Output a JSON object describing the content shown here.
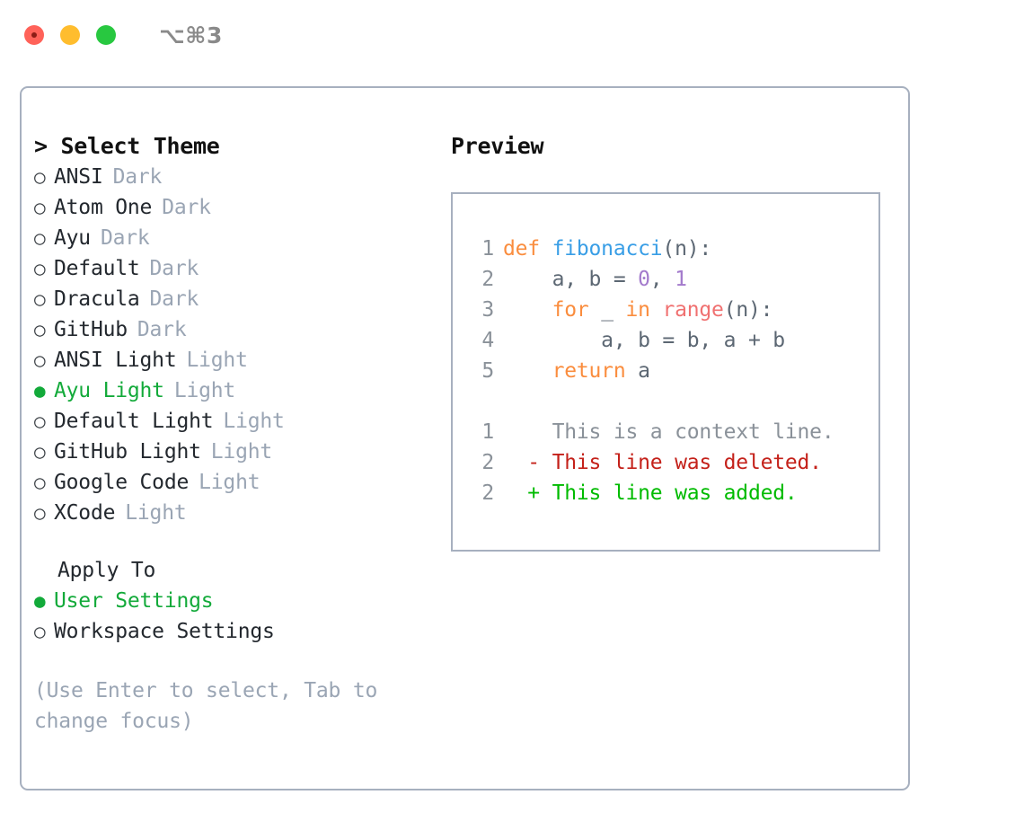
{
  "titlebar": {
    "shortcut": "⌥⌘3",
    "buttons": [
      {
        "name": "close",
        "color": "#ff6259"
      },
      {
        "name": "minimize",
        "color": "#ffbd2e"
      },
      {
        "name": "maximize",
        "color": "#28c840"
      }
    ]
  },
  "theme_list": {
    "header": "> Select Theme",
    "items": [
      {
        "bullet": "○",
        "label": "ANSI",
        "variant": "Dark",
        "selected": false
      },
      {
        "bullet": "○",
        "label": "Atom One",
        "variant": "Dark",
        "selected": false
      },
      {
        "bullet": "○",
        "label": "Ayu",
        "variant": "Dark",
        "selected": false
      },
      {
        "bullet": "○",
        "label": "Default",
        "variant": "Dark",
        "selected": false
      },
      {
        "bullet": "○",
        "label": "Dracula",
        "variant": "Dark",
        "selected": false
      },
      {
        "bullet": "○",
        "label": "GitHub",
        "variant": "Dark",
        "selected": false
      },
      {
        "bullet": "○",
        "label": "ANSI Light",
        "variant": "Light",
        "selected": false
      },
      {
        "bullet": "●",
        "label": "Ayu Light",
        "variant": "Light",
        "selected": true
      },
      {
        "bullet": "○",
        "label": "Default Light",
        "variant": "Light",
        "selected": false
      },
      {
        "bullet": "○",
        "label": "GitHub Light",
        "variant": "Light",
        "selected": false
      },
      {
        "bullet": "○",
        "label": "Google Code",
        "variant": "Light",
        "selected": false
      },
      {
        "bullet": "○",
        "label": "XCode",
        "variant": "Light",
        "selected": false
      }
    ]
  },
  "apply_to": {
    "header": "Apply To",
    "items": [
      {
        "bullet": "●",
        "label": "User Settings",
        "selected": true
      },
      {
        "bullet": "○",
        "label": "Workspace Settings",
        "selected": false
      }
    ]
  },
  "hint": "(Use Enter to select, Tab to change focus)",
  "preview": {
    "title": "Preview",
    "code_lines": [
      {
        "num": "1",
        "tokens": [
          {
            "text": "def ",
            "cls": "t-kw"
          },
          {
            "text": "fibonacci",
            "cls": "t-fn"
          },
          {
            "text": "(n):",
            "cls": "t-txt"
          }
        ]
      },
      {
        "num": "2",
        "tokens": [
          {
            "text": "    a, b = ",
            "cls": "t-txt"
          },
          {
            "text": "0",
            "cls": "t-num"
          },
          {
            "text": ", ",
            "cls": "t-txt"
          },
          {
            "text": "1",
            "cls": "t-num"
          }
        ]
      },
      {
        "num": "3",
        "tokens": [
          {
            "text": "    ",
            "cls": "t-txt"
          },
          {
            "text": "for",
            "cls": "t-kw"
          },
          {
            "text": " _ ",
            "cls": "t-txt"
          },
          {
            "text": "in",
            "cls": "t-kw"
          },
          {
            "text": " ",
            "cls": "t-txt"
          },
          {
            "text": "range",
            "cls": "t-bi"
          },
          {
            "text": "(n):",
            "cls": "t-txt"
          }
        ]
      },
      {
        "num": "4",
        "tokens": [
          {
            "text": "        a, b = b, a + b",
            "cls": "t-txt"
          }
        ]
      },
      {
        "num": "5",
        "tokens": [
          {
            "text": "    ",
            "cls": "t-txt"
          },
          {
            "text": "return",
            "cls": "t-kw"
          },
          {
            "text": " a",
            "cls": "t-txt"
          }
        ]
      }
    ],
    "diff_lines": [
      {
        "num": "1",
        "marker": "  ",
        "text": "This is a context line.",
        "cls": "t-ctx"
      },
      {
        "num": "2",
        "marker": "- ",
        "text": "This line was deleted.",
        "cls": "t-del"
      },
      {
        "num": "2",
        "marker": "+ ",
        "text": "This line was added.",
        "cls": "t-add"
      }
    ]
  },
  "colors": {
    "accent_green": "#13aa3a",
    "border": "#a7b0bf",
    "muted": "#9aa5b4",
    "keyword": "#fa8d3e",
    "function": "#399ee6",
    "number": "#a37acc",
    "builtin": "#f07171",
    "diff_removed": "#c4211a",
    "diff_added": "#00bb00"
  }
}
